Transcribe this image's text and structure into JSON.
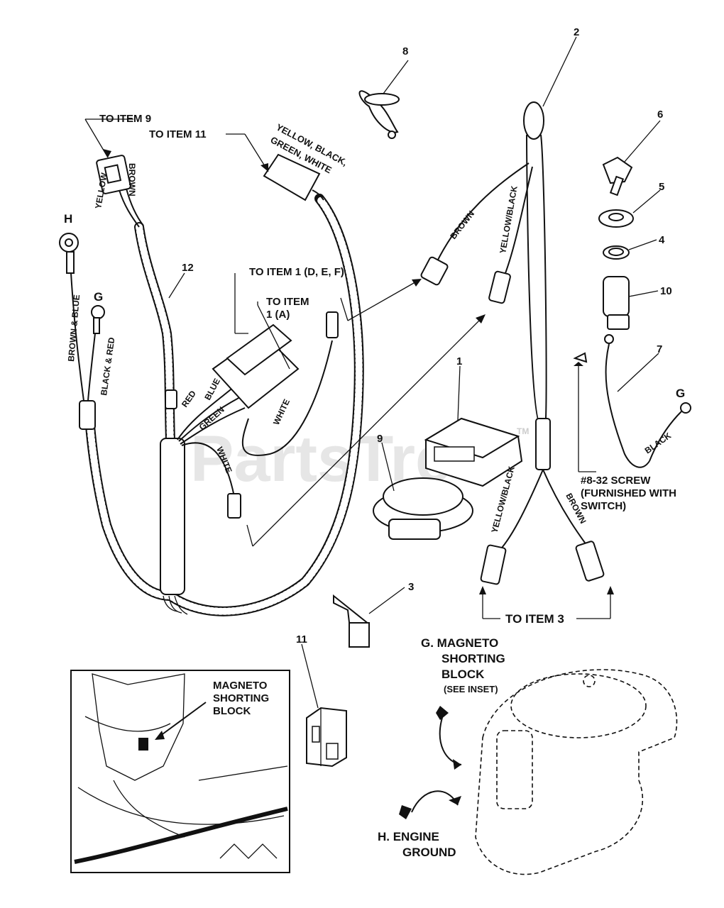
{
  "watermark": "PartsTree",
  "watermark_tm": "TM",
  "callouts": {
    "n1": "1",
    "n2": "2",
    "n3": "3",
    "n4": "4",
    "n5": "5",
    "n6": "6",
    "n7": "7",
    "n8": "8",
    "n9": "9",
    "n10": "10",
    "n11": "11",
    "n12": "12",
    "H": "H",
    "G_left": "G",
    "G_right": "G"
  },
  "labels": {
    "to_item_9": "TO ITEM 9",
    "to_item_11": "TO ITEM 11",
    "to_item_1_def": "TO ITEM 1 (D, E, F)",
    "to_item_1a_l1": "TO ITEM",
    "to_item_1a_l2": "1 (A)",
    "to_item_3": "TO ITEM 3",
    "screw_l1": "#8-32 SCREW",
    "screw_l2": "(FURNISHED WITH",
    "screw_l3": "SWITCH)",
    "magneto_inset_l1": "MAGNETO",
    "magneto_inset_l2": "SHORTING",
    "magneto_inset_l3": "BLOCK",
    "g_magneto_l1": "G. MAGNETO",
    "g_magneto_l2": "SHORTING",
    "g_magneto_l3": "BLOCK",
    "g_magneto_l4": "(SEE INSET)",
    "h_engine_l1": "H. ENGINE",
    "h_engine_l2": "GROUND"
  },
  "wires": {
    "yellow": "YELLOW",
    "brown_conn": "BROWN",
    "ybgw_l1": "YELLOW, BLACK,",
    "ybgw_l2": "GREEN, WHITE",
    "brown_blue": "BROWN & BLUE",
    "black_red": "BLACK & RED",
    "red": "RED",
    "blue": "BLUE",
    "green": "GREEN",
    "white_a": "WHITE",
    "white_b": "WHITE",
    "brown_top": "BROWN",
    "yellow_black_top": "YELLOW/BLACK",
    "yellow_black_bottom": "YELLOW/BLACK",
    "brown_bottom": "BROWN",
    "black": "BLACK"
  }
}
